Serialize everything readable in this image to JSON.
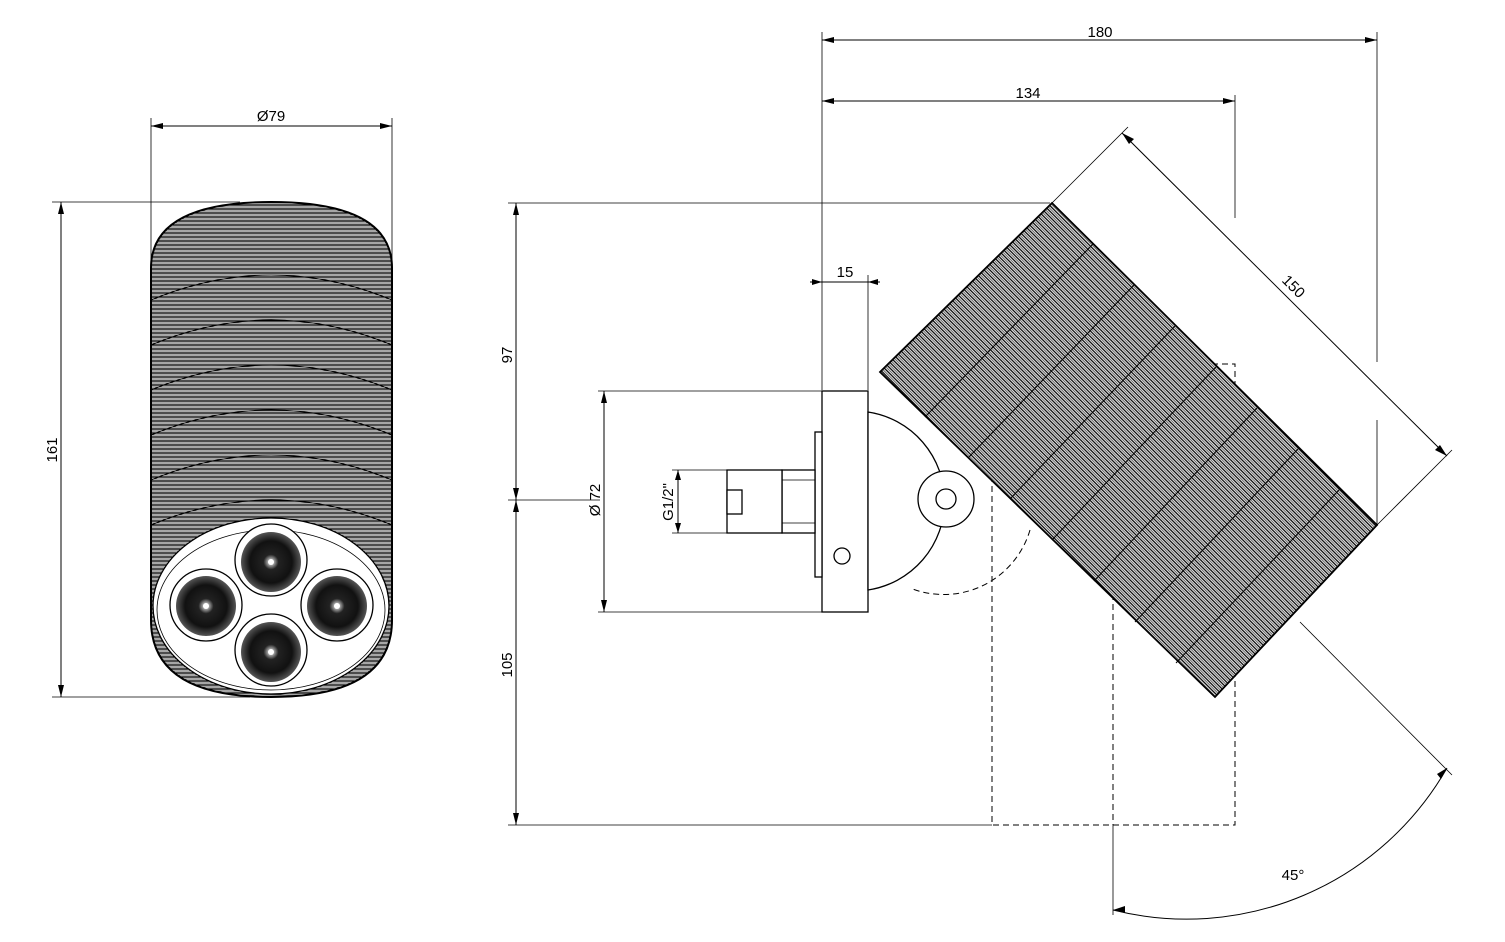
{
  "front_view": {
    "diameter_label": "Ø79",
    "height_label": "161",
    "nozzle_count": 4
  },
  "side_view": {
    "overall_width_label": "180",
    "pivot_width_label": "134",
    "head_length_label": "150",
    "flange_depth_label": "15",
    "upper_height_label": "97",
    "lower_height_label": "105",
    "flange_diameter_label": "Ø 72",
    "thread_label": "G1/2\"",
    "angle_label": "45°"
  }
}
